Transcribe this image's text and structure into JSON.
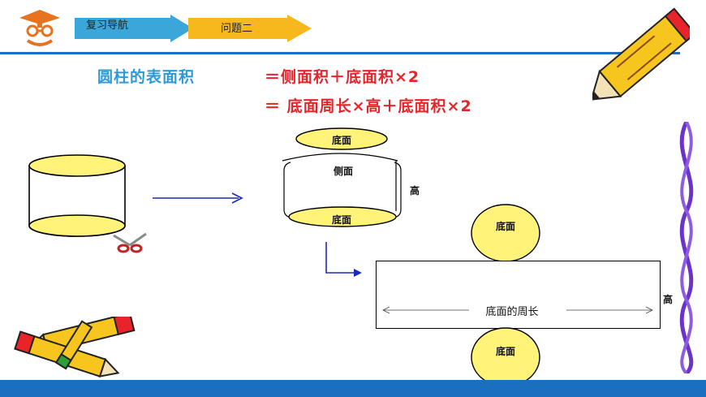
{
  "nav": {
    "item1": "复习导航",
    "item2": "问题二"
  },
  "formula": {
    "subject": "圆柱的表面积",
    "line1": "＝侧面积＋底面积×2",
    "line2": "＝ 底面周长×高＋底面积×2"
  },
  "diagram": {
    "top_base": "底面",
    "side": "侧面",
    "bottom_base": "底面",
    "height": "高",
    "net_top_base": "底面",
    "net_perimeter": "底面的周长",
    "net_height": "高",
    "net_bottom_base": "底面"
  },
  "colors": {
    "nav_arrow_blue": "#3aa6d9",
    "nav_arrow_yellow": "#f6b81c",
    "header_rule": "#1f6fc1",
    "subject_text": "#2d9ad8",
    "formula_text": "#e8242a",
    "base_fill": "#fff37a",
    "arrow_line": "#1c2bb8",
    "footer_bar": "#1b6fc0"
  }
}
